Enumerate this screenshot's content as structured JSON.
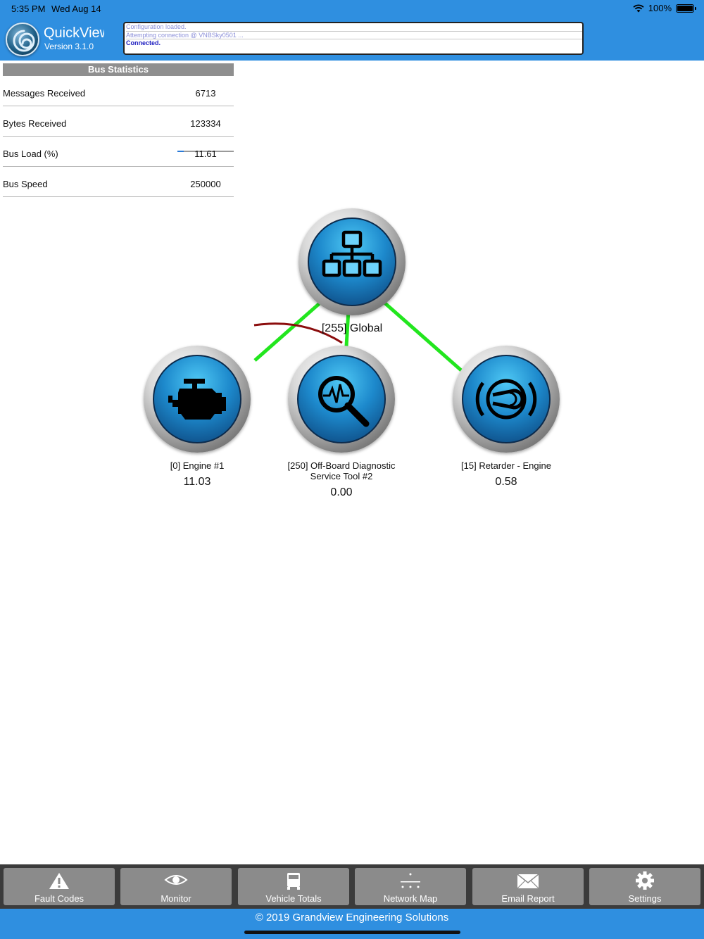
{
  "status_bar": {
    "time": "5:35 PM",
    "date": "Wed Aug 14",
    "battery": "100%"
  },
  "header": {
    "app_name": "QuickView",
    "version": "Version 3.1.0",
    "log": [
      "Configuration loaded.",
      "Attempting connection @ VNBSky0501 ...",
      "Connected."
    ]
  },
  "bus_statistics": {
    "title": "Bus Statistics",
    "rows": [
      {
        "label": "Messages Received",
        "value": "6713"
      },
      {
        "label": "Bytes Received",
        "value": "123334"
      },
      {
        "label": "Bus Load (%)",
        "value": "11.61"
      },
      {
        "label": "Bus Speed",
        "value": "250000"
      }
    ],
    "bus_load_fraction": 0.1161
  },
  "network_map": {
    "global": {
      "label": "[255] Global",
      "icon": "network-hierarchy-icon"
    },
    "nodes": [
      {
        "label": "[0] Engine #1",
        "value": "11.03",
        "icon": "engine-icon"
      },
      {
        "label": "[250] Off-Board Diagnostic Service Tool #2",
        "value": "0.00",
        "icon": "magnifier-waveform-icon"
      },
      {
        "label": "[15] Retarder - Engine",
        "value": "0.58",
        "icon": "retarder-brake-icon"
      }
    ],
    "link_color": "#22e61e",
    "pending_link_color": "#8b0d0d"
  },
  "tabs": [
    {
      "label": "Fault Codes",
      "icon": "warning-icon"
    },
    {
      "label": "Monitor",
      "icon": "eye-icon"
    },
    {
      "label": "Vehicle Totals",
      "icon": "truck-icon"
    },
    {
      "label": "Network Map",
      "icon": "network-map-icon"
    },
    {
      "label": "Email Report",
      "icon": "envelope-icon"
    },
    {
      "label": "Settings",
      "icon": "gear-icon"
    }
  ],
  "footer": {
    "copyright": "© 2019 Grandview Engineering Solutions"
  },
  "colors": {
    "header": "#2f8fe0",
    "tabbar": "#3b3b3b",
    "tab": "#8b8b8b"
  }
}
